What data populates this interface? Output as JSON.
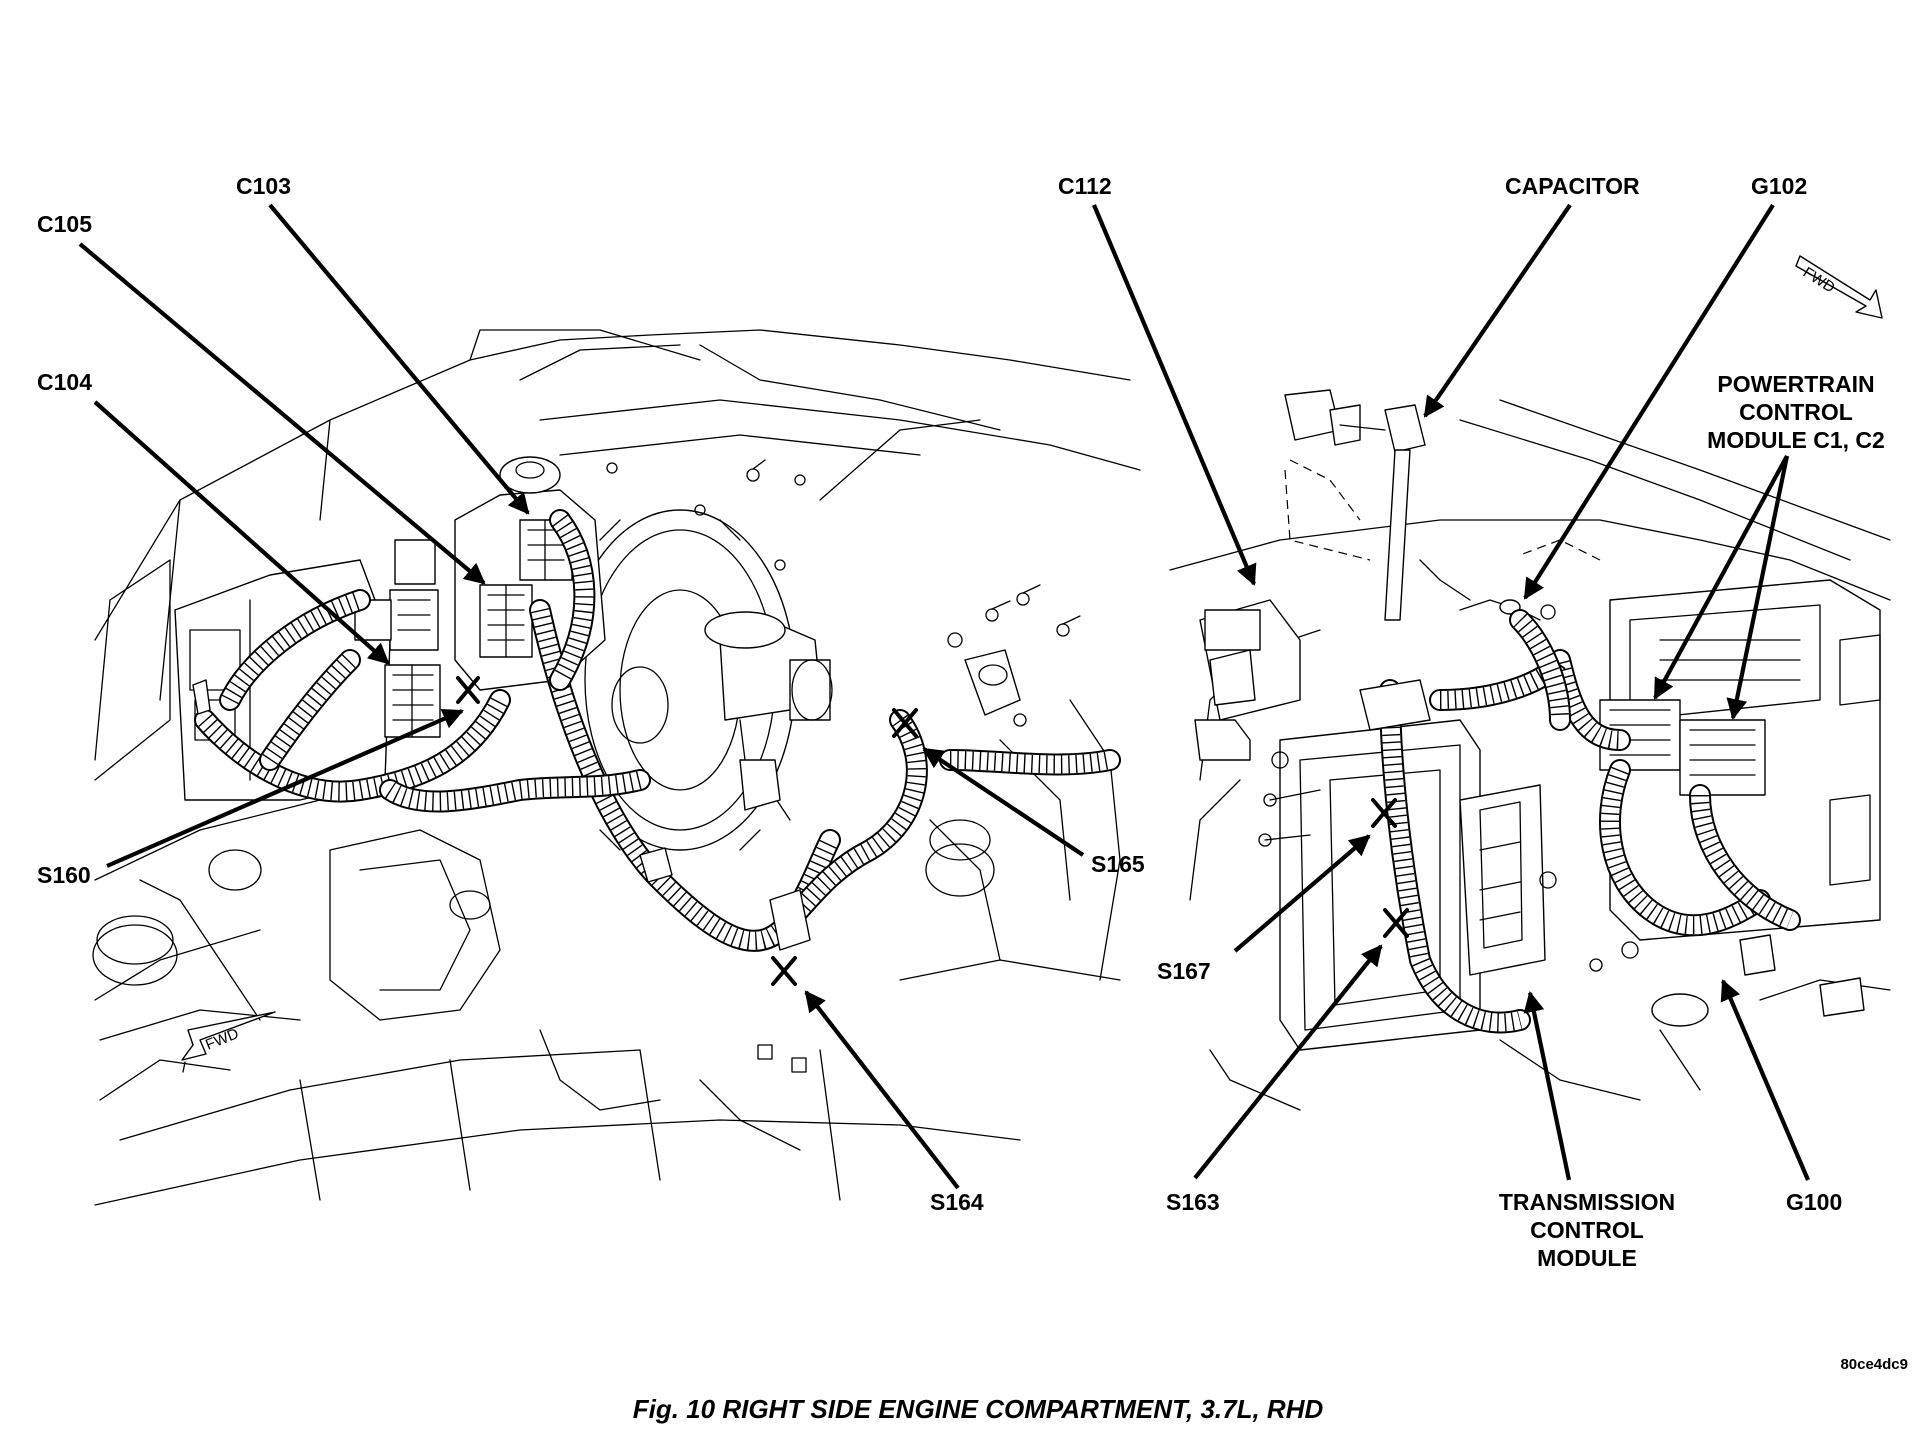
{
  "caption": "Fig. 10 RIGHT SIDE ENGINE COMPARTMENT, 3.7L, RHD",
  "image_code": "80ce4dc9",
  "fwd_label": "FWD",
  "labels": {
    "c103": "C103",
    "c105": "C105",
    "c104": "C104",
    "s160": "S160",
    "c112": "C112",
    "s165": "S165",
    "s164": "S164",
    "capacitor": "CAPACITOR",
    "g102": "G102",
    "pcm": [
      "POWERTRAIN",
      "CONTROL",
      "MODULE C1, C2"
    ],
    "s167": "S167",
    "s163": "S163",
    "tcm": [
      "TRANSMISSION",
      "CONTROL",
      "MODULE"
    ],
    "g100": "G100"
  }
}
